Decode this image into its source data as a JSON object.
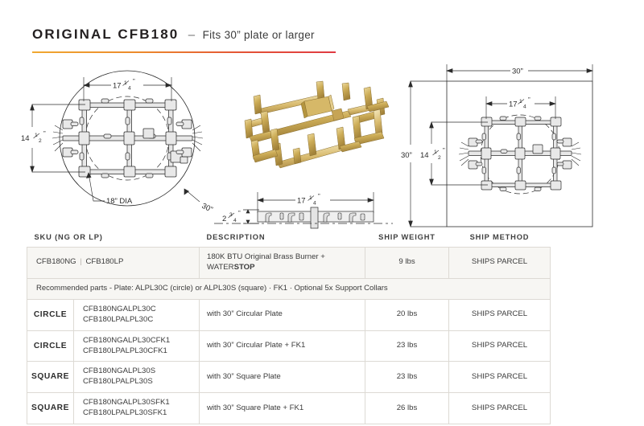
{
  "header": {
    "title_main": "ORIGINAL CFB180",
    "dash": "–",
    "subtitle": "Fits 30” plate or larger",
    "accent_left": "#f0a830",
    "accent_right": "#e03a42"
  },
  "drawings": {
    "circle_view": {
      "name": "circle-plan-view",
      "width_dim": "17",
      "width_frac_num": "1",
      "width_frac_den": "4",
      "width_unit": "”",
      "height_dim": "14",
      "height_frac_num": "1",
      "height_frac_den": "2",
      "height_unit": "”",
      "inner_callout": "18” DIA",
      "outer_callout": "30”"
    },
    "product_photo": {
      "name": "brass-burner-photo",
      "alt": "Original brass double-H fire pit burner",
      "metal_color": "#c9a84c"
    },
    "profile_view": {
      "name": "side-profile-view",
      "width_dim": "17",
      "width_frac_num": "1",
      "width_frac_den": "4",
      "width_unit": "”",
      "height_dim": "2",
      "height_frac_num": "3",
      "height_frac_den": "4",
      "height_unit": "”"
    },
    "square_view": {
      "name": "square-plan-view",
      "plate_top_dim": "30”",
      "plate_left_dim": "30”",
      "width_dim": "17",
      "width_frac_num": "1",
      "width_frac_den": "4",
      "width_unit": "”",
      "height_dim": "14",
      "height_frac_num": "1",
      "height_frac_den": "2",
      "height_unit": "”"
    }
  },
  "table": {
    "headers": {
      "sku": "SKU (NG OR LP)",
      "description": "DESCRIPTION",
      "ship_weight": "SHIP WEIGHT",
      "ship_method": "SHIP METHOD"
    },
    "base_row": {
      "sku_ng": "CFB180NG",
      "sku_separator": "|",
      "sku_lp": "CFB180LP",
      "description_line1": "180K BTU Original Brass Burner +",
      "description_line2_normal": "WATER",
      "description_line2_bold": "STOP",
      "ship_weight": "9 lbs",
      "ship_method": "SHIPS PARCEL"
    },
    "note_row": "Recommended parts - Plate: ALPL30C (circle) or ALPL30S (square)  ·  FK1  ·  Optional 5x Support Collars",
    "rows": [
      {
        "category": "CIRCLE",
        "sku_ng": "CFB180NGALPL30C",
        "sku_lp": "CFB180LPALPL30C",
        "description": "with 30” Circular Plate",
        "ship_weight": "20 lbs",
        "ship_method": "SHIPS PARCEL"
      },
      {
        "category": "CIRCLE",
        "sku_ng": "CFB180NGALPL30CFK1",
        "sku_lp": "CFB180LPALPL30CFK1",
        "description": "with 30” Circular Plate + FK1",
        "ship_weight": "23 lbs",
        "ship_method": "SHIPS PARCEL"
      },
      {
        "category": "SQUARE",
        "sku_ng": "CFB180NGALPL30S",
        "sku_lp": "CFB180LPALPL30S",
        "description": "with 30” Square Plate",
        "ship_weight": "23 lbs",
        "ship_method": "SHIPS PARCEL"
      },
      {
        "category": "SQUARE",
        "sku_ng": "CFB180NGALPL30SFK1",
        "sku_lp": "CFB180LPALPL30SFK1",
        "description": "with 30” Square Plate + FK1",
        "ship_weight": "26 lbs",
        "ship_method": "SHIPS PARCEL"
      }
    ]
  }
}
